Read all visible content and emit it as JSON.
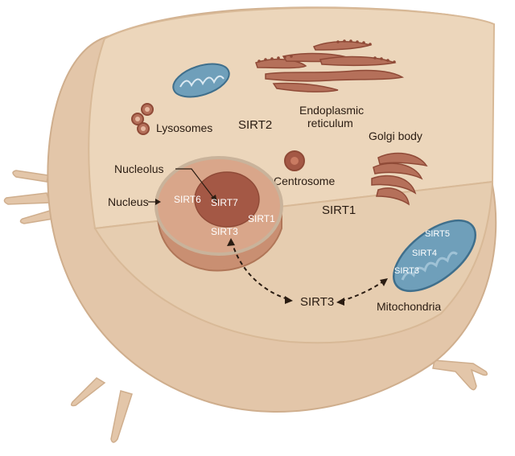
{
  "labels": {
    "lysosomes": "Lysosomes",
    "sirt2": "SIRT2",
    "er_line1": "Endoplasmic",
    "er_line2": "reticulum",
    "golgi": "Golgi body",
    "centrosome": "Centrosome",
    "nucleolus": "Nucleolus",
    "nucleus": "Nucleus",
    "sirt1_cytoplasm": "SIRT1",
    "sirt6": "SIRT6",
    "sirt7": "SIRT7",
    "sirt1_nucleus": "SIRT1",
    "sirt3_nucleus": "SIRT3",
    "sirt3_cytoplasm": "SIRT3",
    "mitochondria": "Mitochondria",
    "sirt5": "SIRT5",
    "sirt4": "SIRT4",
    "sirt3_mito": "SIRT3"
  },
  "colors": {
    "cell_body": "#e3c6a9",
    "cell_outline": "#cfae8d",
    "cut_face": "#ecd6bb",
    "cut_face_lower": "#e6cdb0",
    "organelle_brown": "#b5705a",
    "organelle_dark": "#8f4a37",
    "nucleus_face": "#d9a68a",
    "nucleolus": "#a45845",
    "mito_blue": "#6f9fba",
    "mito_blue_dark": "#3f6f8c",
    "arrow": "#2a1c12"
  }
}
